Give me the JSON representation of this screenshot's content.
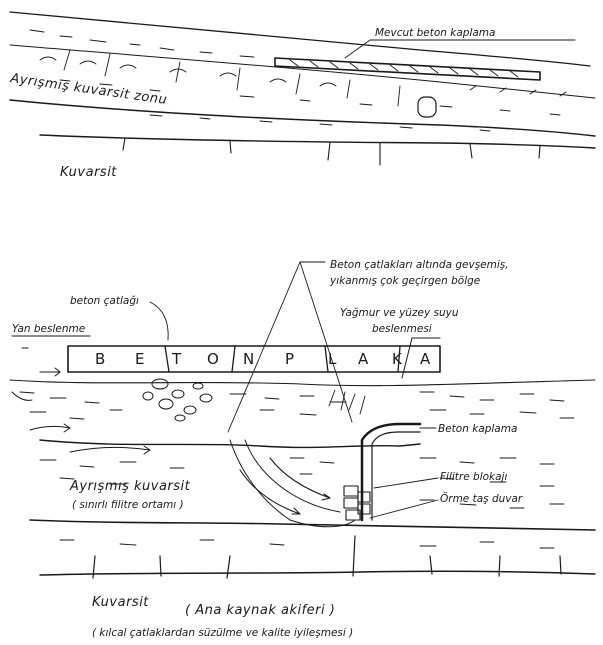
{
  "top_section": {
    "existing_concrete_label": "Mevcut beton kaplama",
    "weathered_zone_label": "Ayrışmış kuvarsit zonu",
    "quartzite_label": "Kuvarsit"
  },
  "bottom_section": {
    "loosened_zone_label_1": "Beton çatlakları altında gevşemiş,",
    "loosened_zone_label_2": "yıkanmış çok geçirgen bölge",
    "concrete_crack_label": "beton çatlağı",
    "lateral_recharge_label": "Yan beslenme",
    "rain_recharge_label_1": "Yağmur ve yüzey suyu",
    "rain_recharge_label_2": "beslenmesi",
    "plate_letters": [
      "B",
      "E",
      "T",
      "O",
      "N",
      "P",
      "L",
      "A",
      "K",
      "A"
    ],
    "concrete_lining_label": "Beton kaplama",
    "filter_block_label": "Filitre blokajı",
    "stone_wall_label": "Örme taş duvar",
    "weathered_label": "Ayrışmış kuvarsit",
    "weathered_sub_label": "( sınırlı filitre ortamı )",
    "quartzite_label": "Kuvarsit",
    "aquifer_label": "( Ana kaynak akiferi )",
    "bottom_caption": "( kılcal çatlaklardan süzülme ve kalite iyileşmesi )"
  }
}
